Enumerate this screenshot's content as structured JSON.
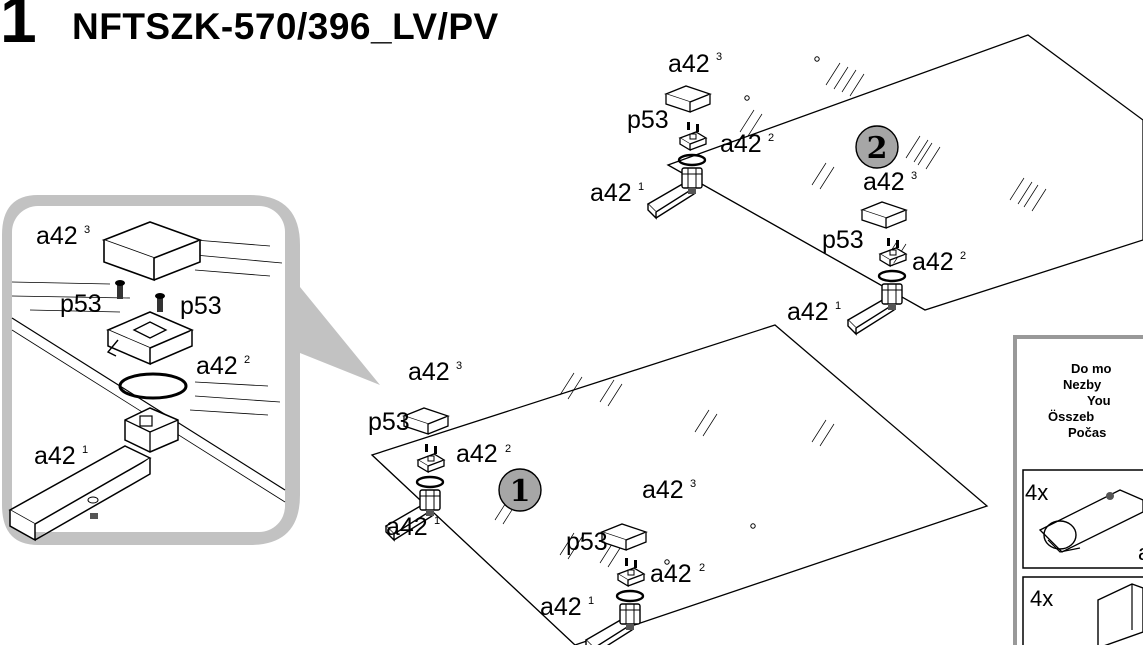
{
  "header": {
    "step_number": "1",
    "title": "NFTSZK-570/396_LV/PV"
  },
  "panels": [
    {
      "badge": "1"
    },
    {
      "badge": "2"
    }
  ],
  "labels": {
    "hinge_base": "a42",
    "hinge_base_index": "1",
    "ring": "a42",
    "ring_index": "2",
    "cover": "a42",
    "cover_index": "3",
    "screw": "p53"
  },
  "note_box": {
    "lines": [
      "Do mo",
      "Nezby",
      "You",
      "Összeb",
      "Počas"
    ],
    "items": [
      {
        "quantity": "4x",
        "caption": "a"
      },
      {
        "quantity": "4x"
      }
    ]
  }
}
